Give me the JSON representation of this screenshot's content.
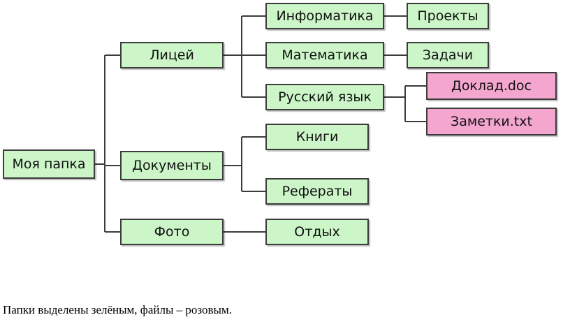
{
  "colors": {
    "folder": "#ccf5c8",
    "file": "#f4a6cf",
    "line": "#3c3c3c"
  },
  "nodes": {
    "root": {
      "label": "Моя папка",
      "kind": "folder"
    },
    "lyceum": {
      "label": "Лицей",
      "kind": "folder"
    },
    "documents": {
      "label": "Документы",
      "kind": "folder"
    },
    "photo": {
      "label": "Фото",
      "kind": "folder"
    },
    "informatics": {
      "label": "Информатика",
      "kind": "folder"
    },
    "math": {
      "label": "Математика",
      "kind": "folder"
    },
    "russian": {
      "label": "Русский язык",
      "kind": "folder"
    },
    "projects": {
      "label": "Проекты",
      "kind": "folder"
    },
    "tasks": {
      "label": "Задачи",
      "kind": "folder"
    },
    "report": {
      "label": "Доклад.doc",
      "kind": "file"
    },
    "notes": {
      "label": "Заметки.txt",
      "kind": "file"
    },
    "books": {
      "label": "Книги",
      "kind": "folder"
    },
    "essays": {
      "label": "Рефераты",
      "kind": "folder"
    },
    "rest": {
      "label": "Отдых",
      "kind": "folder"
    }
  },
  "caption": "Папки выделены зелёным, файлы – розовым."
}
